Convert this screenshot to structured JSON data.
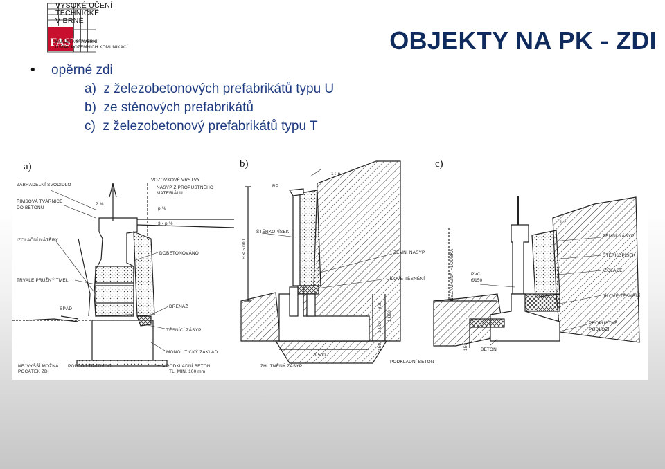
{
  "header": {
    "university_lines": [
      "VYSOKÉ UČENÍ",
      "TECHNICKÉ",
      "V BRNĚ"
    ],
    "faculty_lines": [
      "FAKULTA STAVEBNÍ",
      "ÚSTAV POZEMNÍCH KOMUNIKACÍ"
    ],
    "title": "OBJEKTY NA PK - ZDI"
  },
  "bullets": {
    "main": "opěrné zdi",
    "items": [
      {
        "marker": "a)",
        "text": "z železobetonových prefabrikátů typu U"
      },
      {
        "marker": "b)",
        "text": "ze stěnových prefabrikátů"
      },
      {
        "marker": "c)",
        "text": "z železobetonový prefabrikátů typu T"
      }
    ]
  },
  "figure": {
    "labels": {
      "a": "a)",
      "b": "b)",
      "c": "c)"
    },
    "a_notes": {
      "railing": "ZÁBRADELNÍ SVODIDLO",
      "bridge1": "ŘÍMSOVÁ TVÁRNICE",
      "bridge2": "DO BETONU",
      "layers": "VOZOVKOVÉ VRSTVY",
      "fill1": "NÁSYP Z PROPUSTNÉHO",
      "fill2": "MATERIÁLU",
      "slope1": "2 %",
      "slope2": "p %",
      "slope3": "3 - p %",
      "insulation": "IZOLAČNÍ NÁTĚRY",
      "concreted": "DOBETONOVÁNO",
      "sealant": "TRVALE PRUŽNÝ TMEL",
      "drain": "DRENÁŽ",
      "fall": "SPÁD",
      "seal_fill": "TĚSNÍCÍ ZÁSYP",
      "mono_base": "MONOLITICKÝ ZÁKLAD",
      "under_concrete": "PODKLADNÍ BETON",
      "thickness": "TL. MIN. 100 mm",
      "highest1": "NEJVYŠŠÍ MOŽNÁ",
      "highest2": "POČÁTEK ZDI",
      "drain_pos": "POLOHA TRATIVODU"
    },
    "b_notes": {
      "rp": "RP",
      "gravel": "ŠTĚRKOPÍSEK",
      "soil_fill": "ZEMNÍ NÁSYP",
      "clay_seal": "JÍLOVÉ TĚSNĚNÍ",
      "height": "H ≤ 5 000",
      "width": "3 500",
      "dim800": "800",
      "dim1000": "1 000",
      "dim1800": "1 800",
      "dim150": "150",
      "compacted": "ZHUTNĚNÝ ZÁSYP",
      "under_concrete": "PODKLADNÍ BETON",
      "slope": "1 : n"
    },
    "c_notes": {
      "frost": "NEZÁMRZNÁ HLOUBKA",
      "slope": "1:2",
      "soil_fill": "ZEMNÍ NÁSYP",
      "gravel": "ŠTĚRKOPÍSEK",
      "insulation": "IZOLACE",
      "pvc1": "PVC",
      "pvc2": "Ø150",
      "clay_seal": "JÍLOVÉ TĚSNĚNÍ",
      "permeable1": "PROPUSTNÉ",
      "permeable2": "PODLOŽÍ",
      "concrete": "BETON",
      "dim150": "150"
    }
  }
}
